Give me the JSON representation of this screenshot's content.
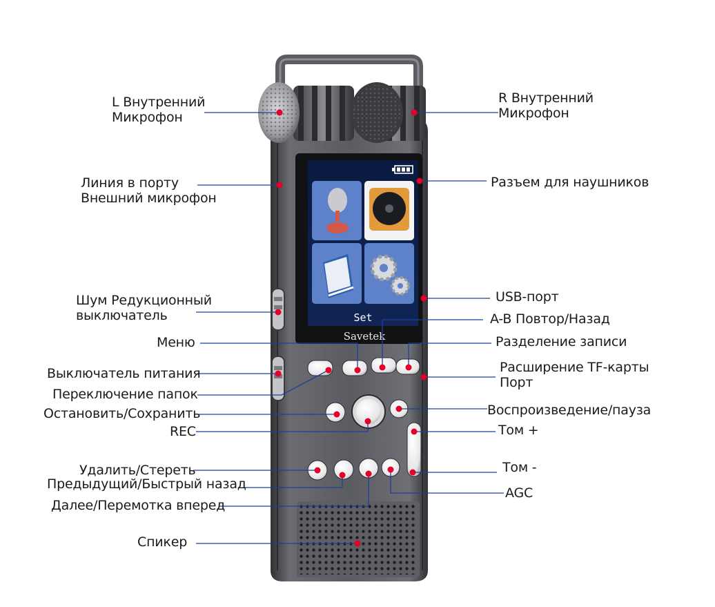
{
  "device": {
    "brand": "Savetek",
    "screen_label": "Set",
    "colors": {
      "body": "#55575c",
      "body_dark": "#2e3034",
      "button": "#f2f2f2",
      "callout_dot": "#e5002b",
      "callout_line": "#1f3f9a",
      "screen_bg": "#0c1a3a"
    }
  },
  "labels": {
    "l_mic": [
      "L Внутренний",
      "Микрофон"
    ],
    "r_mic": [
      "R Внутренний",
      "Микрофон"
    ],
    "line_in": [
      "Линия в порту",
      "Внешний микрофон"
    ],
    "headphone": "Разъем для наушников",
    "noise": [
      "Шум Редукционный",
      "выключатель"
    ],
    "usb": "USB-порт",
    "ab_repeat": "A-B Повтор/Назад",
    "menu": "Меню",
    "split": "Разделение записи",
    "power": "Выключатель питания",
    "tf": [
      "Расширение TF-карты",
      "Порт"
    ],
    "folder": "Переключение папок",
    "stop": "Остановить/Сохранить",
    "play": "Воспроизведение/пауза",
    "rec": "REC",
    "vol_up": "Том +",
    "delete": "Удалить/Стереть",
    "vol_down": "Том -",
    "prev": "Предыдущий/Быстрый назад",
    "agc": "AGC",
    "next": "Далее/Перемотка вперед",
    "speaker": "Спикер"
  }
}
